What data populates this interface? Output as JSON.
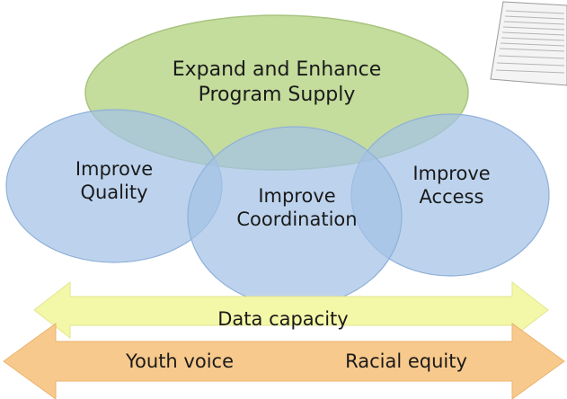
{
  "ovals": {
    "supply": "Expand and Enhance\nProgram Supply",
    "quality": "Improve\nQuality",
    "coordination": "Improve\nCoordination",
    "access": "Improve\nAccess"
  },
  "arrows": {
    "data_capacity": "Data capacity",
    "youth_voice": "Youth voice",
    "racial_equity": "Racial equity"
  },
  "colors": {
    "green_oval": "#c4dc9c",
    "blue_oval": "#aec9e8",
    "yellow_arrow": "#f3f7a8",
    "orange_arrow": "#f8c98c"
  }
}
